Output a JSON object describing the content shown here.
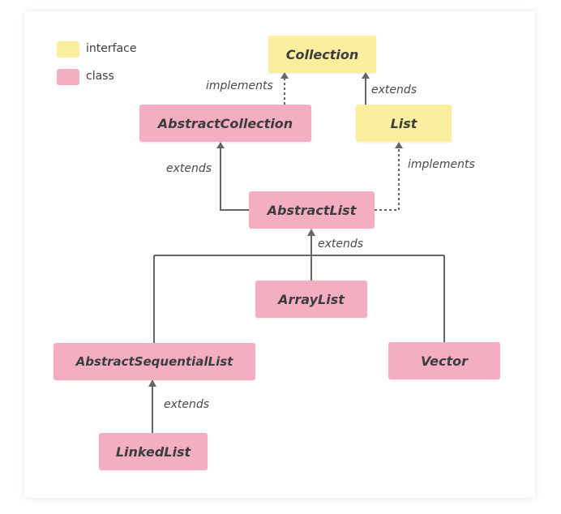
{
  "legend": {
    "interface_label": "interface",
    "class_label": "class"
  },
  "colors": {
    "interface": "#fbee9e",
    "class": "#f3afc1",
    "edge": "#666666"
  },
  "nodes": {
    "collection": "Collection",
    "list": "List",
    "abstract_collection": "AbstractCollection",
    "abstract_list": "AbstractList",
    "array_list": "ArrayList",
    "abstract_sequential_list": "AbstractSequentialList",
    "vector": "Vector",
    "linked_list": "LinkedList"
  },
  "edges": {
    "abstract_collection_to_collection": "implements",
    "list_to_collection": "extends",
    "abstract_list_to_abstract_collection": "extends",
    "abstract_list_to_list": "implements",
    "subclasses_to_abstract_list": "extends",
    "linked_list_to_abstract_sequential_list": "extends"
  }
}
